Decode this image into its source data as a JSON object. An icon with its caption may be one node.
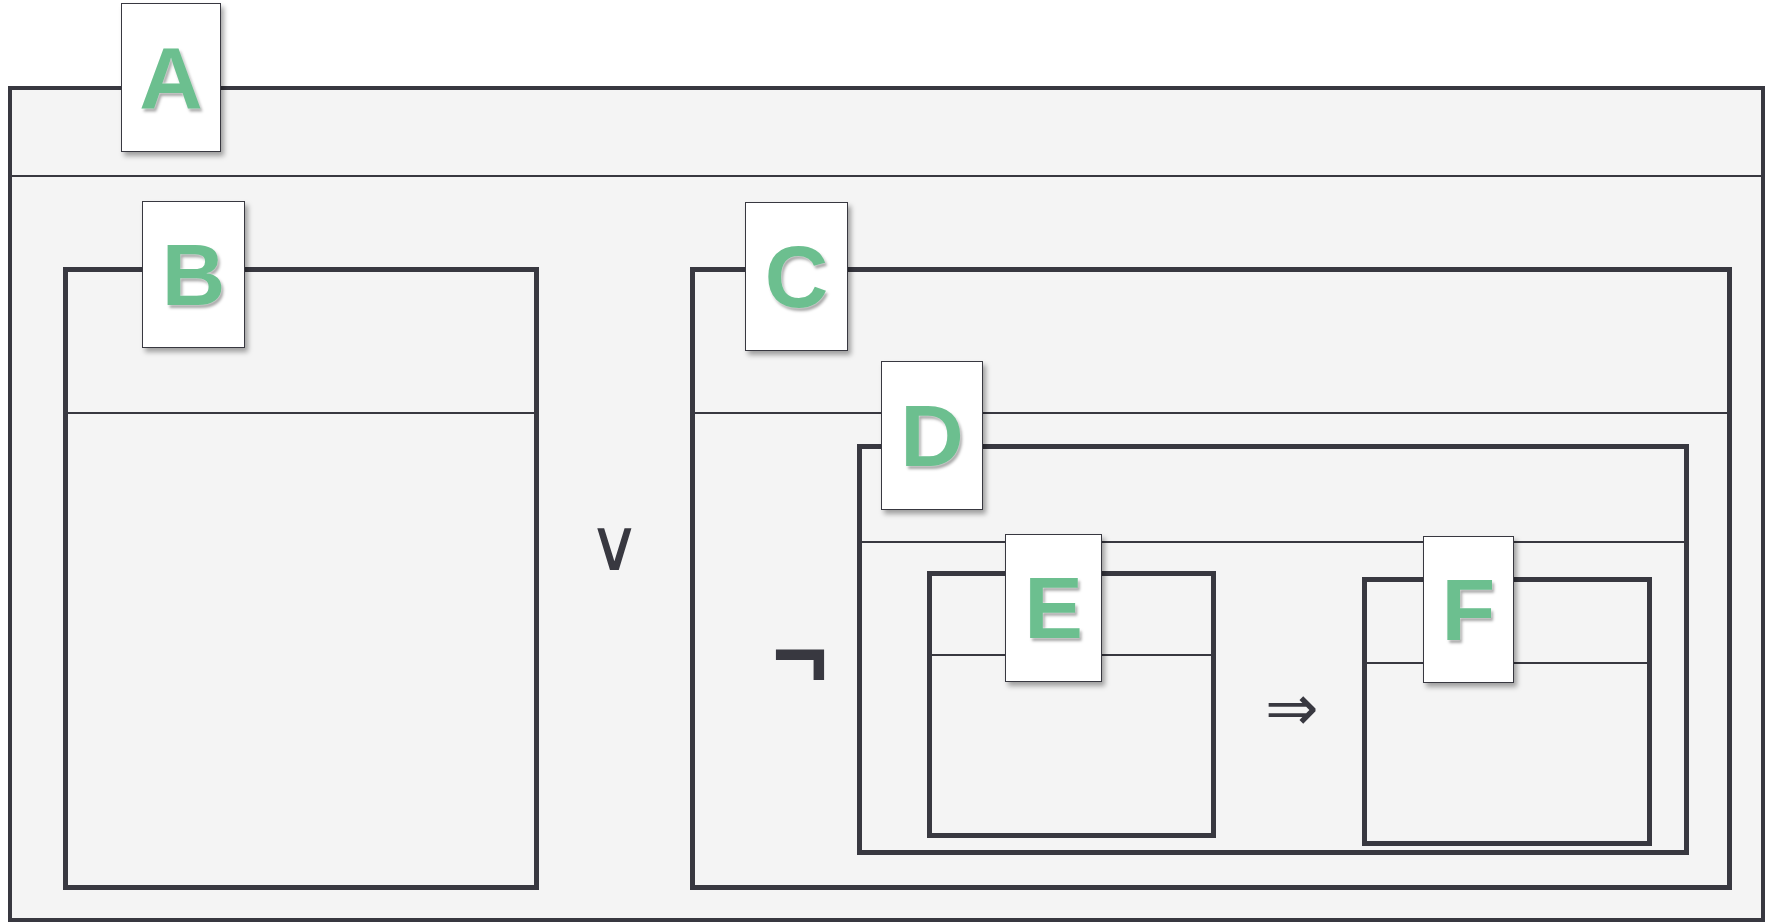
{
  "diagram": {
    "nodes": [
      {
        "text": [
          "A"
        ]
      },
      {
        "text": [
          "B"
        ],
        "in": 0
      },
      {
        "text": [
          "C"
        ],
        "in": 0
      },
      {
        "text": [
          "D"
        ],
        "in": 2
      },
      {
        "text": [
          "E"
        ],
        "in": 3
      },
      {
        "text": [
          "F"
        ],
        "in": 3
      }
    ],
    "labels": [
      "∨",
      "¬",
      "⇒"
    ]
  }
}
